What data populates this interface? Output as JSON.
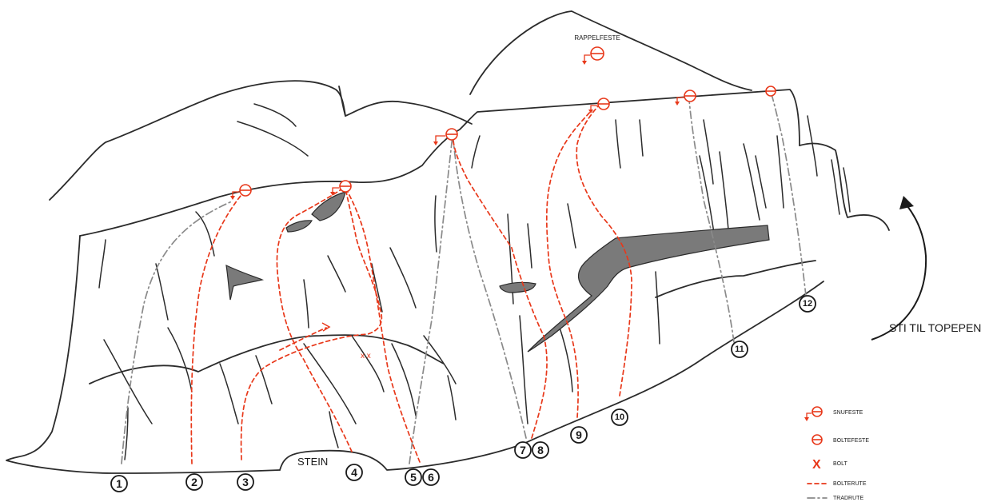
{
  "labels": {
    "rappel": "RAPPELFESTE",
    "stone": "STEIN",
    "path_to_top": "STI TIL TOPEPEN",
    "bolts": "x x"
  },
  "routes": [
    "1",
    "2",
    "3",
    "4",
    "5",
    "6",
    "7",
    "8",
    "9",
    "10",
    "11",
    "12"
  ],
  "legend": {
    "lower_off": "SNUFESTE",
    "bolt_anchor": "BOLTEFESTE",
    "bolt_symbol": "X",
    "bolt": "BOLT",
    "sport_route": "BOLTERUTE",
    "trad_route": "TRADRUTE"
  },
  "colors": {
    "sport": "#e8381a",
    "trad": "#8a8a8a",
    "rock_line": "#2b2b2b",
    "ledge_fill": "#7a7a7a"
  }
}
